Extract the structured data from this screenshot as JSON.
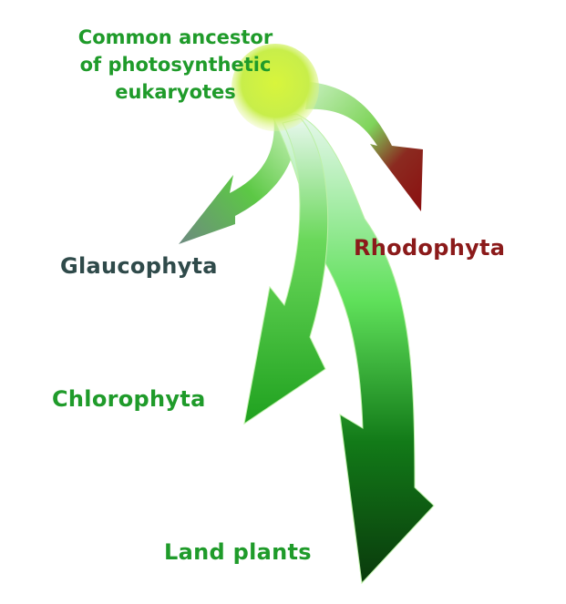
{
  "ancestor": {
    "line1": "Common ancestor",
    "line2": "of photosynthetic",
    "line3": "eukaryotes"
  },
  "labels": {
    "glaucophyta": "Glaucophyta",
    "rhodophyta": "Rhodophyta",
    "chlorophyta": "Chlorophyta",
    "land_plants": "Land plants"
  },
  "colors": {
    "ancestor_text": "#1f9b2a",
    "glaucophyta": "#2f4a4a",
    "rhodophyta": "#8b1a1a",
    "chlorophyta": "#1f9b2a",
    "land_plants": "#1f9b2a",
    "ancestor_circle": "#d4f53a"
  }
}
